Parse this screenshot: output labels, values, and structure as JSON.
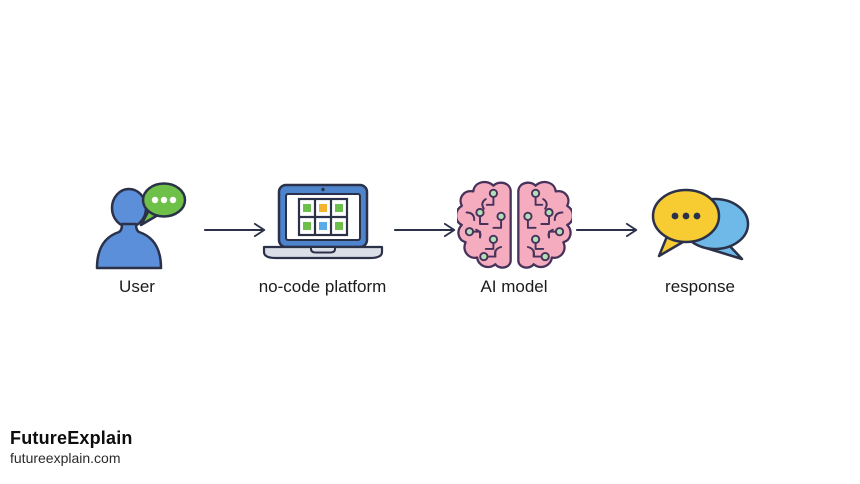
{
  "diagram": {
    "nodes": [
      {
        "label": "User",
        "icon": "user-with-speech-bubble-icon"
      },
      {
        "label": "no-code platform",
        "icon": "laptop-grid-icon"
      },
      {
        "label": "AI model",
        "icon": "brain-circuit-icon"
      },
      {
        "label": "response",
        "icon": "chat-bubbles-icon"
      }
    ],
    "connectors": [
      {
        "icon": "arrow-right-icon"
      },
      {
        "icon": "arrow-right-icon"
      },
      {
        "icon": "arrow-right-icon"
      }
    ]
  },
  "brand": {
    "name": "FutureExplain",
    "url": "futureexplain.com"
  },
  "colors": {
    "ink": "#2B3149",
    "brain-ink": "#46325A",
    "user-blue": "#5B8FD9",
    "bubble-green": "#6EC049",
    "laptop-blue": "#4E84CC",
    "base-gray": "#DADEE6",
    "grid-green": "#6DBF4B",
    "grid-yellow": "#F2B431",
    "grid-blue": "#59ACE8",
    "brain-pink": "#F5ACBE",
    "node-green": "#B2DFB7",
    "resp-yellow": "#F7CC33",
    "resp-blue": "#6FB9E8",
    "text": "#1B1B1B"
  }
}
